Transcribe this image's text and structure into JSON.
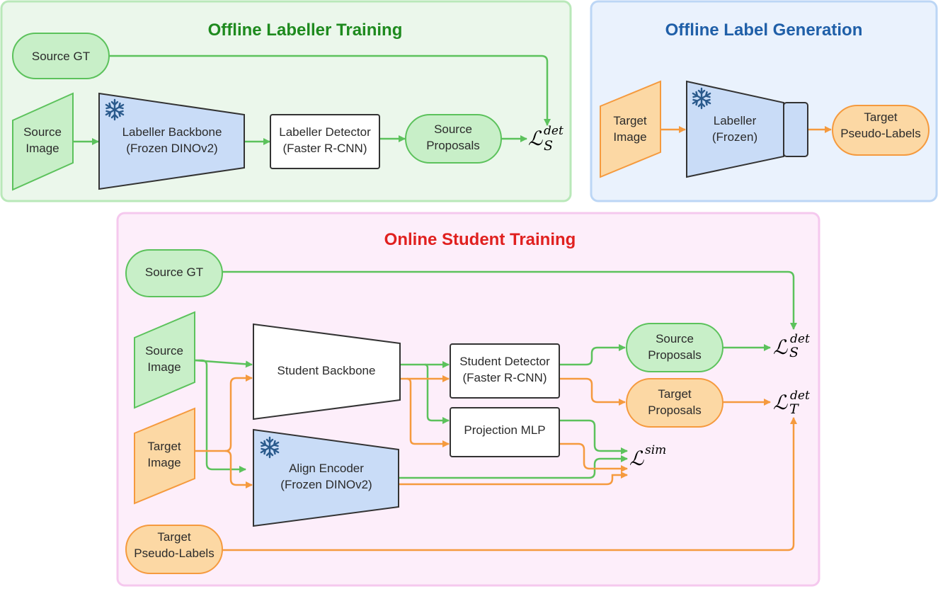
{
  "colors": {
    "green_fill": "#c8efc8",
    "green_stroke": "#5cc25c",
    "orange_fill": "#fcd8a4",
    "orange_stroke": "#f59a3e",
    "blue_fill": "#c9dcf7",
    "panel_green_bg": "#ebf7eb",
    "panel_blue_bg": "#eaf2fd",
    "panel_pink_bg": "#fdeefa",
    "title_green": "#1e8a1e",
    "title_blue": "#1f5fa8",
    "title_red": "#e0201f"
  },
  "offline_labeller": {
    "title": "Offline Labeller Training",
    "source_gt": "Source GT",
    "source_image": [
      "Source",
      "Image"
    ],
    "backbone": [
      "Labeller Backbone",
      "(Frozen DINOv2)"
    ],
    "detector": [
      "Labeller Detector",
      "(Faster R-CNN)"
    ],
    "proposals": [
      "Source",
      "Proposals"
    ],
    "loss": {
      "symbol": "ℒ",
      "sup": "det",
      "sub": "S"
    }
  },
  "offline_label_gen": {
    "title": "Offline Label Generation",
    "target_image": [
      "Target",
      "Image"
    ],
    "labeller": [
      "Labeller",
      "(Frozen)"
    ],
    "pseudo_labels": [
      "Target",
      "Pseudo-Labels"
    ]
  },
  "online_student": {
    "title": "Online Student Training",
    "source_gt": "Source GT",
    "source_image": [
      "Source",
      "Image"
    ],
    "target_image": [
      "Target",
      "Image"
    ],
    "student_backbone": "Student Backbone",
    "align_encoder": [
      "Align Encoder",
      "(Frozen DINOv2)"
    ],
    "student_detector": [
      "Student Detector",
      "(Faster R-CNN)"
    ],
    "projection": "Projection MLP",
    "source_proposals": [
      "Source",
      "Proposals"
    ],
    "target_proposals": [
      "Target",
      "Proposals"
    ],
    "pseudo_labels": [
      "Target",
      "Pseudo-Labels"
    ],
    "loss_s": {
      "symbol": "ℒ",
      "sup": "det",
      "sub": "S"
    },
    "loss_t": {
      "symbol": "ℒ",
      "sup": "det",
      "sub": "T"
    },
    "loss_sim": {
      "symbol": "ℒ",
      "sup": "sim"
    }
  },
  "icons": {
    "frozen": "snowflake-icon"
  }
}
